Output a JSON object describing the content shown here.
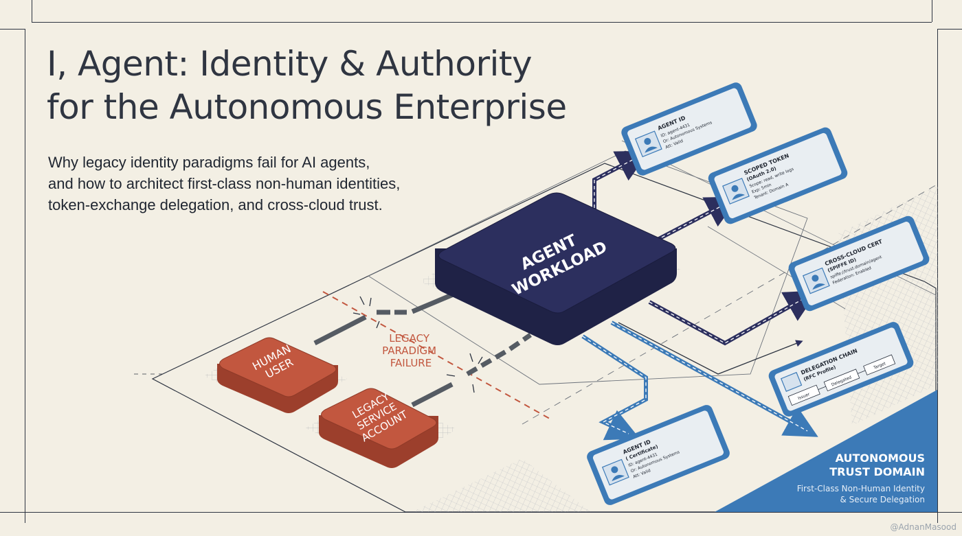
{
  "header": {
    "title_line1": "I, Agent: Identity & Authority",
    "title_line2": "for the Autonomous Enterprise",
    "subtitle_lines": [
      "Why legacy identity paradigms fail for AI agents,",
      "and how to architect first-class non-human identities,",
      "token-exchange delegation, and cross-cloud trust."
    ]
  },
  "diagram": {
    "agent_workload": [
      "AGENT",
      "WORKLOAD"
    ],
    "human_user": [
      "HUMAN",
      "USER"
    ],
    "legacy_service_account": [
      "LEGACY",
      "SERVICE",
      "ACCOUNT"
    ],
    "failure_label": [
      "LEGACY",
      "PARADIGM",
      "FAILURE"
    ],
    "cards": [
      {
        "title": "AGENT ID",
        "lines": [
          "ID: agent-4431",
          "Or: Autonomous Systems",
          "Att: Valid"
        ]
      },
      {
        "title": "SCOPED TOKEN",
        "lines": [
          "(OAuth 2.0)",
          "Scope: read, write logs",
          "Exp: 5min",
          "Tenant: Domain A"
        ]
      },
      {
        "title": "CROSS-CLOUD CERT",
        "lines": [
          "(SPIFFE ID)",
          "spiffe://trust.domain/agent",
          "Federation: Enabled"
        ]
      },
      {
        "title": "DELEGATION CHAIN",
        "lines": [
          "(RFC Profile)"
        ],
        "chips": [
          "Issuer",
          "Delegated",
          "Target"
        ]
      },
      {
        "title": "AGENT ID",
        "lines": [
          "( Certificate)",
          "ID: agent-4431",
          "Or: Autonomous Systems",
          "Att: Valid"
        ]
      }
    ],
    "trust_domain": {
      "title_line1": "AUTONOMOUS",
      "title_line2": "TRUST DOMAIN",
      "sub_line1": "First-Class Non-Human Identity",
      "sub_line2": "& Secure Delegation"
    },
    "colors": {
      "navy": "#2c2f5e",
      "rust": "#c2573f",
      "blue": "#3c7ab7",
      "card_fill": "#e9eef2",
      "background": "#f3efe4"
    }
  },
  "watermark": "@AdnanMasood"
}
